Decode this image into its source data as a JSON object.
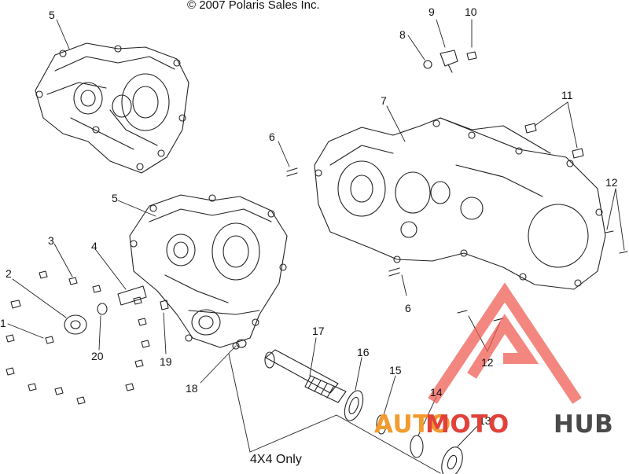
{
  "figure": {
    "copyright": "© 2007 Polaris Sales Inc.",
    "caption": "4X4 Only",
    "callouts": [
      "1",
      "2",
      "3",
      "4",
      "5",
      "5",
      "6",
      "6",
      "7",
      "8",
      "9",
      "10",
      "11",
      "12",
      "12",
      "13",
      "14",
      "15",
      "16",
      "17",
      "18",
      "19",
      "20"
    ]
  },
  "watermark": {
    "word_1": "AUTO",
    "word_2": "MOTO",
    "word_3": "HUB",
    "colors": {
      "auto": "#f29b2e",
      "moto": "#e2413a",
      "hub": "#4a4a4a",
      "triangle": "#ef5a50"
    }
  }
}
